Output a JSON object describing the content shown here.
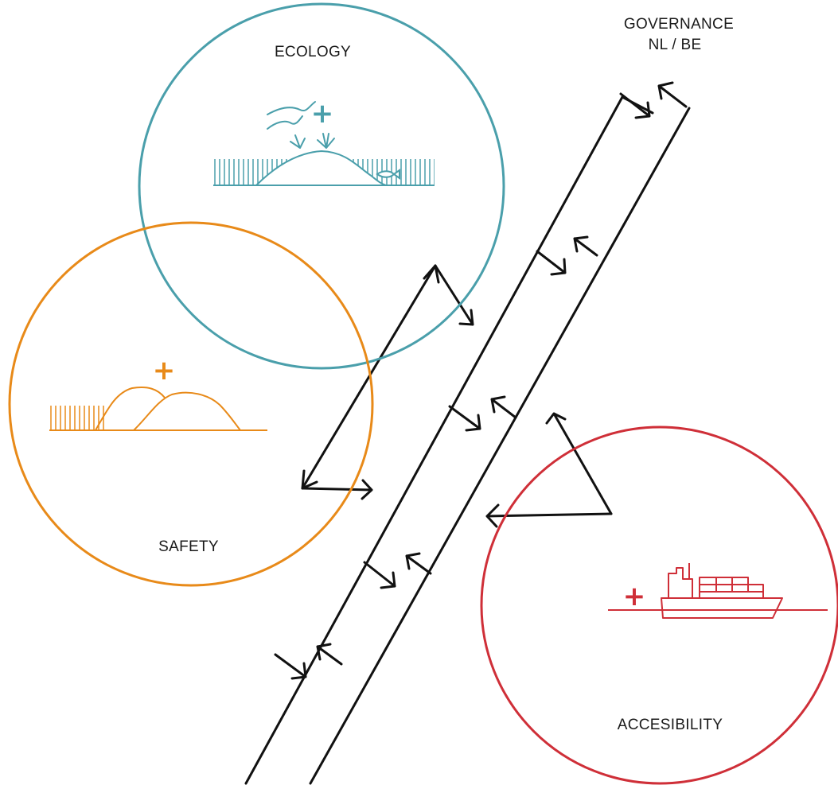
{
  "colors": {
    "ecology": "#4a9fab",
    "safety": "#e88a19",
    "accessibility": "#cf2f38",
    "governance": "#111111"
  },
  "labels": {
    "ecology": "ECOLOGY",
    "safety": "SAFETY",
    "accessibility": "ACCESIBILITY",
    "governance_line1": "GOVERNANCE",
    "governance_line2": "NL / BE"
  },
  "symbols": {
    "plus": "+"
  },
  "icons": {
    "ecology": "dune-with-birds-and-fish-icon",
    "safety": "dike-reinforcement-icon",
    "accessibility": "container-ship-icon"
  }
}
